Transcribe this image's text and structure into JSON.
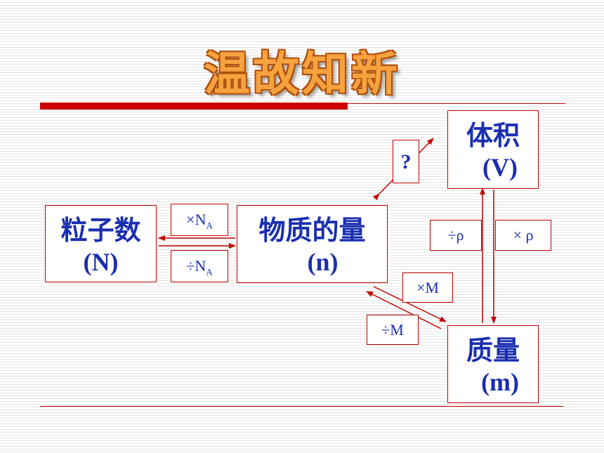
{
  "title": "温故知新",
  "boxes": {
    "particles": {
      "line1": "粒子数",
      "line2": "(N)"
    },
    "moles": {
      "line1": "物质的量",
      "line2": "(n)"
    },
    "volume": {
      "line1": "体积",
      "line2": "(V)"
    },
    "mass": {
      "line1": "质量",
      "line2": "(m)"
    }
  },
  "ops": {
    "times_na": "×N",
    "times_na_sub": "A",
    "div_na": "÷N",
    "div_na_sub": "A",
    "times_m": "×M",
    "div_m": "÷M",
    "div_rho": "÷ρ",
    "times_rho": "× ρ",
    "question": "?"
  },
  "colors": {
    "box_text": "#1a2fb0",
    "accent_red": "#cc0000",
    "title_fill": "#f6a23e"
  }
}
